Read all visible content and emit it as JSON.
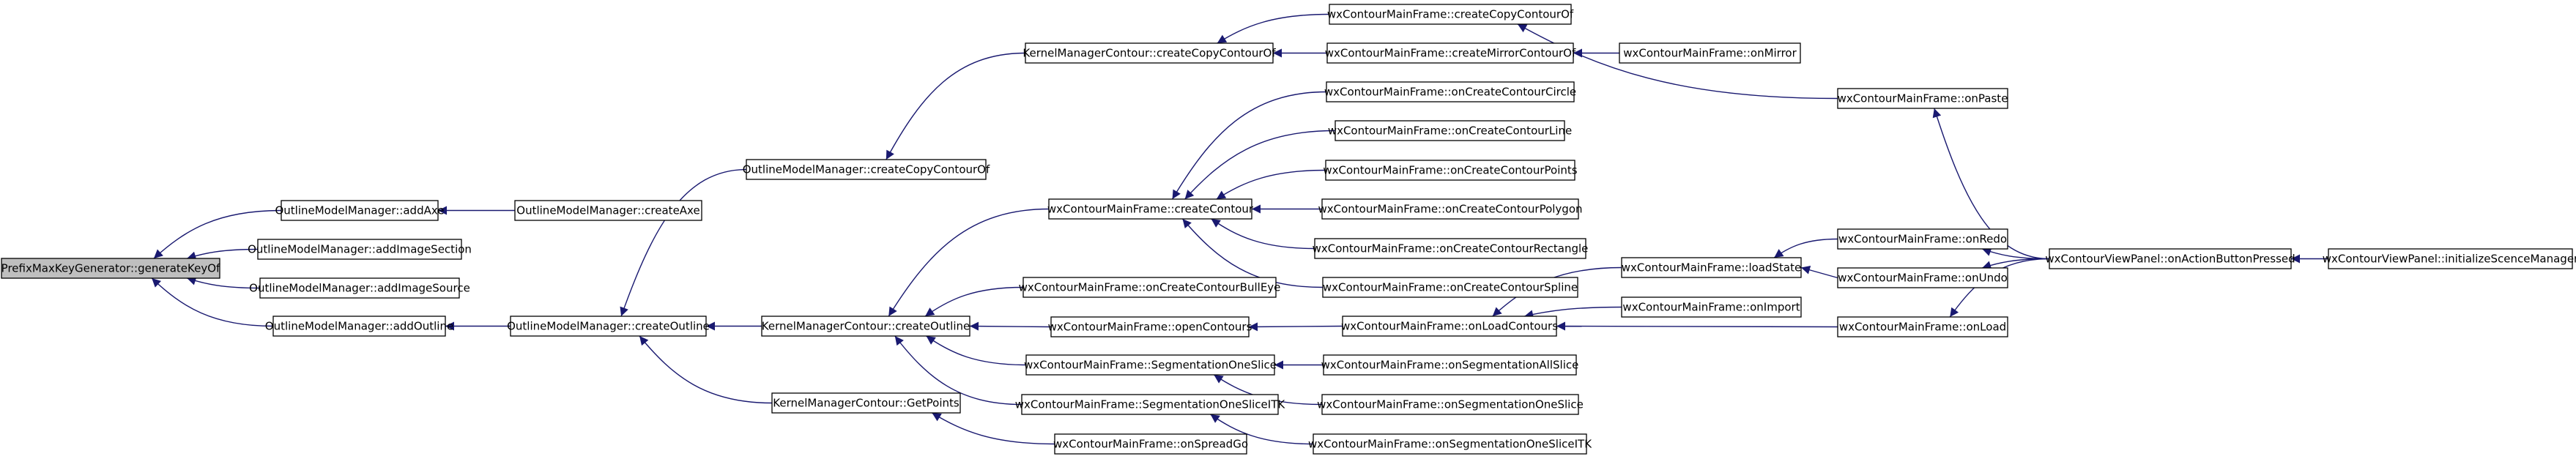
{
  "colors": {
    "edge": "#191970",
    "root_fill": "#bfbfbf",
    "node_fill": "#ffffff",
    "border": "#000000"
  },
  "nodes": {
    "generate_key_of": "PrefixMaxKeyGenerator::generateKeyOf",
    "add_axe": "OutlineModelManager::addAxe",
    "add_image_section": "OutlineModelManager::addImageSection",
    "add_image_source": "OutlineModelManager::addImageSource",
    "add_outline": "OutlineModelManager::addOutline",
    "create_axe": "OutlineModelManager::createAxe",
    "omm_create_outline": "OutlineModelManager::createOutline",
    "omm_create_copy_contour_of": "OutlineModelManager::createCopyContourOf",
    "kmc_create_outline": "KernelManagerContour::createOutline",
    "kmc_get_points": "KernelManagerContour::GetPoints",
    "kmc_create_copy_contour_of": "KernelManagerContour::createCopyContourOf",
    "wx_create_contour": "wxContourMainFrame::createContour",
    "wx_on_create_contour_bulleye": "wxContourMainFrame::onCreateContourBullEye",
    "wx_open_contours": "wxContourMainFrame::openContours",
    "wx_segmentation_one_slice": "wxContourMainFrame::SegmentationOneSlice",
    "wx_segmentation_one_slice_itk": "wxContourMainFrame::SegmentationOneSliceITK",
    "wx_on_spread_go": "wxContourMainFrame::onSpreadGo",
    "wx_create_copy_contour_of": "wxContourMainFrame::createCopyContourOf",
    "wx_create_mirror_contour_of": "wxContourMainFrame::createMirrorContourOf",
    "wx_on_mirror": "wxContourMainFrame::onMirror",
    "wx_on_create_contour_circle": "wxContourMainFrame::onCreateContourCircle",
    "wx_on_create_contour_line": "wxContourMainFrame::onCreateContourLine",
    "wx_on_create_contour_points": "wxContourMainFrame::onCreateContourPoints",
    "wx_on_create_contour_polygon": "wxContourMainFrame::onCreateContourPolygon",
    "wx_on_create_contour_rectangle": "wxContourMainFrame::onCreateContourRectangle",
    "wx_on_create_contour_spline": "wxContourMainFrame::onCreateContourSpline",
    "wx_on_load_contours": "wxContourMainFrame::onLoadContours",
    "wx_on_segmentation_all_slice": "wxContourMainFrame::onSegmentationAllSlice",
    "wx_on_segmentation_one_slice": "wxContourMainFrame::onSegmentationOneSlice",
    "wx_on_segmentation_one_slice_itk": "wxContourMainFrame::onSegmentationOneSliceITK",
    "wx_load_state": "wxContourMainFrame::loadState",
    "wx_on_import": "wxContourMainFrame::onImport",
    "wx_on_redo": "wxContourMainFrame::onRedo",
    "wx_on_undo": "wxContourMainFrame::onUndo",
    "wx_on_load": "wxContourMainFrame::onLoad",
    "wx_on_paste": "wxContourMainFrame::onPaste",
    "panel_on_action_button_pressed": "wxContourViewPanel::onActionButtonPressed",
    "panel_initialize_scence_manager": "wxContourViewPanel::initializeScenceManager"
  },
  "edges": [
    [
      "add_axe",
      "generate_key_of"
    ],
    [
      "add_image_section",
      "generate_key_of"
    ],
    [
      "add_image_source",
      "generate_key_of"
    ],
    [
      "add_outline",
      "generate_key_of"
    ],
    [
      "create_axe",
      "add_axe"
    ],
    [
      "omm_create_outline",
      "add_outline"
    ],
    [
      "omm_create_copy_contour_of",
      "omm_create_outline"
    ],
    [
      "kmc_create_outline",
      "omm_create_outline"
    ],
    [
      "kmc_get_points",
      "omm_create_outline"
    ],
    [
      "kmc_create_copy_contour_of",
      "omm_create_copy_contour_of"
    ],
    [
      "wx_create_contour",
      "kmc_create_outline"
    ],
    [
      "wx_on_create_contour_bulleye",
      "kmc_create_outline"
    ],
    [
      "wx_open_contours",
      "kmc_create_outline"
    ],
    [
      "wx_segmentation_one_slice",
      "kmc_create_outline"
    ],
    [
      "wx_segmentation_one_slice_itk",
      "kmc_create_outline"
    ],
    [
      "wx_on_spread_go",
      "kmc_get_points"
    ],
    [
      "wx_create_copy_contour_of",
      "kmc_create_copy_contour_of"
    ],
    [
      "wx_create_mirror_contour_of",
      "kmc_create_copy_contour_of"
    ],
    [
      "wx_on_mirror",
      "wx_create_mirror_contour_of"
    ],
    [
      "wx_on_paste",
      "wx_create_copy_contour_of"
    ],
    [
      "wx_on_create_contour_circle",
      "wx_create_contour"
    ],
    [
      "wx_on_create_contour_line",
      "wx_create_contour"
    ],
    [
      "wx_on_create_contour_points",
      "wx_create_contour"
    ],
    [
      "wx_on_create_contour_polygon",
      "wx_create_contour"
    ],
    [
      "wx_on_create_contour_rectangle",
      "wx_create_contour"
    ],
    [
      "wx_on_create_contour_spline",
      "wx_create_contour"
    ],
    [
      "wx_on_load_contours",
      "wx_open_contours"
    ],
    [
      "wx_on_segmentation_all_slice",
      "wx_segmentation_one_slice"
    ],
    [
      "wx_on_segmentation_one_slice",
      "wx_segmentation_one_slice"
    ],
    [
      "wx_on_segmentation_one_slice_itk",
      "wx_segmentation_one_slice_itk"
    ],
    [
      "wx_load_state",
      "wx_on_load_contours"
    ],
    [
      "wx_on_import",
      "wx_on_load_contours"
    ],
    [
      "wx_on_load",
      "wx_on_load_contours"
    ],
    [
      "wx_on_redo",
      "wx_load_state"
    ],
    [
      "wx_on_undo",
      "wx_load_state"
    ],
    [
      "panel_on_action_button_pressed",
      "wx_on_redo"
    ],
    [
      "panel_on_action_button_pressed",
      "wx_on_undo"
    ],
    [
      "panel_on_action_button_pressed",
      "wx_on_load"
    ],
    [
      "panel_on_action_button_pressed",
      "wx_on_paste"
    ],
    [
      "panel_initialize_scence_manager",
      "panel_on_action_button_pressed"
    ]
  ]
}
